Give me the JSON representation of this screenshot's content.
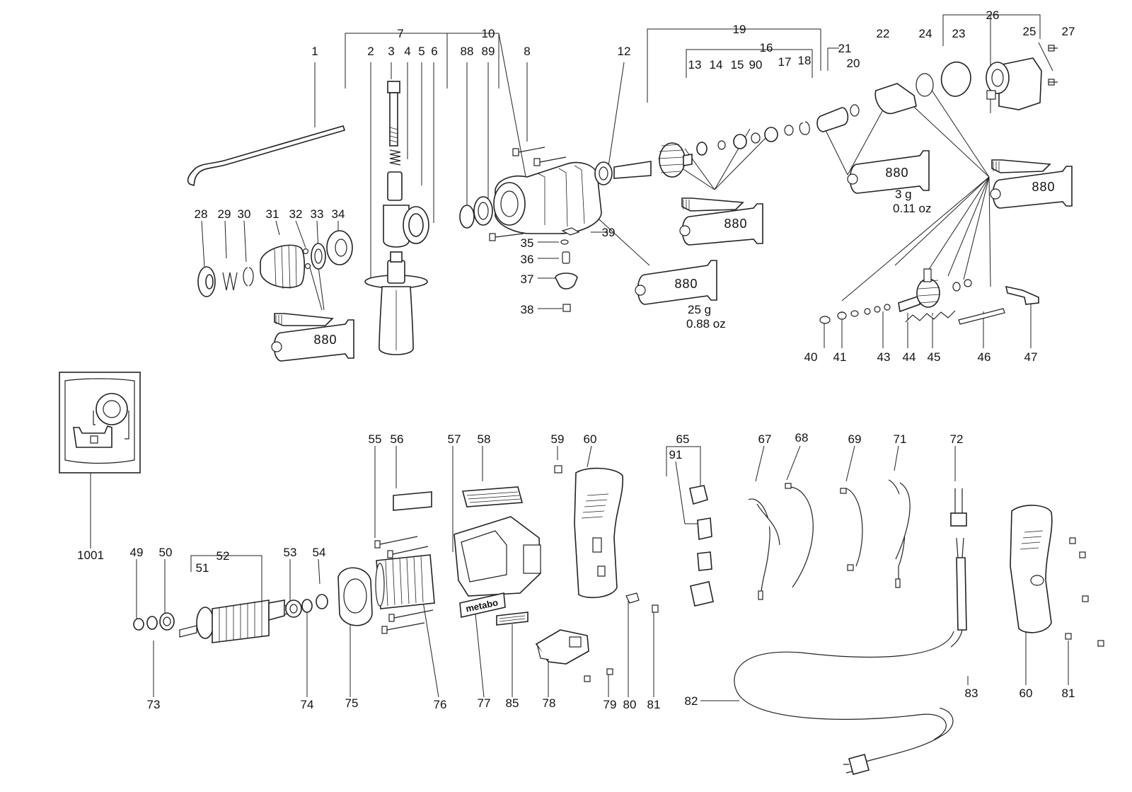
{
  "labels": [
    {
      "id": "1",
      "t": "1"
    },
    {
      "id": "2",
      "t": "2"
    },
    {
      "id": "3",
      "t": "3"
    },
    {
      "id": "4",
      "t": "4"
    },
    {
      "id": "5",
      "t": "5"
    },
    {
      "id": "6",
      "t": "6"
    },
    {
      "id": "7",
      "t": "7"
    },
    {
      "id": "8",
      "t": "8"
    },
    {
      "id": "10",
      "t": "10"
    },
    {
      "id": "12",
      "t": "12"
    },
    {
      "id": "13",
      "t": "13"
    },
    {
      "id": "14",
      "t": "14"
    },
    {
      "id": "15",
      "t": "15"
    },
    {
      "id": "16",
      "t": "16"
    },
    {
      "id": "17",
      "t": "17"
    },
    {
      "id": "18",
      "t": "18"
    },
    {
      "id": "19",
      "t": "19"
    },
    {
      "id": "20",
      "t": "20"
    },
    {
      "id": "21",
      "t": "21"
    },
    {
      "id": "22",
      "t": "22"
    },
    {
      "id": "23",
      "t": "23"
    },
    {
      "id": "24",
      "t": "24"
    },
    {
      "id": "25",
      "t": "25"
    },
    {
      "id": "26",
      "t": "26"
    },
    {
      "id": "27",
      "t": "27"
    },
    {
      "id": "28",
      "t": "28"
    },
    {
      "id": "29",
      "t": "29"
    },
    {
      "id": "30",
      "t": "30"
    },
    {
      "id": "31",
      "t": "31"
    },
    {
      "id": "32",
      "t": "32"
    },
    {
      "id": "33",
      "t": "33"
    },
    {
      "id": "34",
      "t": "34"
    },
    {
      "id": "35",
      "t": "35"
    },
    {
      "id": "36",
      "t": "36"
    },
    {
      "id": "37",
      "t": "37"
    },
    {
      "id": "38",
      "t": "38"
    },
    {
      "id": "39",
      "t": "39"
    },
    {
      "id": "40",
      "t": "40"
    },
    {
      "id": "41",
      "t": "41"
    },
    {
      "id": "43",
      "t": "43"
    },
    {
      "id": "44",
      "t": "44"
    },
    {
      "id": "45",
      "t": "45"
    },
    {
      "id": "46",
      "t": "46"
    },
    {
      "id": "47",
      "t": "47"
    },
    {
      "id": "49",
      "t": "49"
    },
    {
      "id": "50",
      "t": "50"
    },
    {
      "id": "51",
      "t": "51"
    },
    {
      "id": "52",
      "t": "52"
    },
    {
      "id": "53",
      "t": "53"
    },
    {
      "id": "54",
      "t": "54"
    },
    {
      "id": "55",
      "t": "55"
    },
    {
      "id": "56",
      "t": "56"
    },
    {
      "id": "57",
      "t": "57"
    },
    {
      "id": "58",
      "t": "58"
    },
    {
      "id": "59",
      "t": "59"
    },
    {
      "id": "60a",
      "t": "60"
    },
    {
      "id": "60b",
      "t": "60"
    },
    {
      "id": "65",
      "t": "65"
    },
    {
      "id": "67",
      "t": "67"
    },
    {
      "id": "68",
      "t": "68"
    },
    {
      "id": "69",
      "t": "69"
    },
    {
      "id": "71",
      "t": "71"
    },
    {
      "id": "72",
      "t": "72"
    },
    {
      "id": "73",
      "t": "73"
    },
    {
      "id": "74",
      "t": "74"
    },
    {
      "id": "75",
      "t": "75"
    },
    {
      "id": "76",
      "t": "76"
    },
    {
      "id": "77",
      "t": "77"
    },
    {
      "id": "78",
      "t": "78"
    },
    {
      "id": "79",
      "t": "79"
    },
    {
      "id": "80",
      "t": "80"
    },
    {
      "id": "81a",
      "t": "81"
    },
    {
      "id": "81b",
      "t": "81"
    },
    {
      "id": "82",
      "t": "82"
    },
    {
      "id": "83",
      "t": "83"
    },
    {
      "id": "85",
      "t": "85"
    },
    {
      "id": "88",
      "t": "88"
    },
    {
      "id": "89",
      "t": "89"
    },
    {
      "id": "90",
      "t": "90"
    },
    {
      "id": "91",
      "t": "91"
    },
    {
      "id": "1001",
      "t": "1001"
    }
  ],
  "grease": {
    "tube_label": "880",
    "amount_small_g": "3 g",
    "amount_small_oz": "0.11 oz",
    "amount_large_g": "25 g",
    "amount_large_oz": "0.88 oz"
  },
  "brand_plate": "metabo"
}
